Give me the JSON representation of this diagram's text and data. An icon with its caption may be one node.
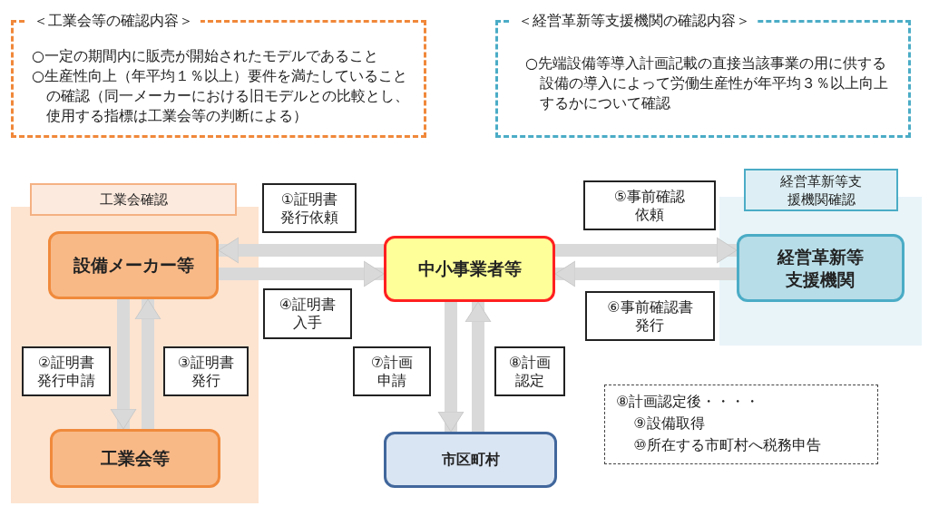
{
  "diagram": {
    "nodes": [
      {
        "text": [
          "＜工業会等の確認内容＞",
          "○一定の期間内に販売が開始されたモデルであること",
          "○生産性向上（年平均１％以上）要件を満たしていることの確認（同一メーカーにおける旧モデルとの比較とし、使用する指標は工業会等の判断による）"
        ]
      },
      {
        "text": [
          "＜経営革新等支援機関の確認内容＞",
          "○先端設備等導入計画記載の直接当該事業の用に供する設備の導入によって労働生産性が年平均３％以上向上するかについて確認"
        ]
      },
      {
        "text": [
          "工業会確認"
        ]
      },
      {
        "text": [
          "設備メーカー等"
        ],
        "in": 2
      },
      {
        "text": [
          "工業会等"
        ],
        "in": 2
      },
      {
        "text": [
          "中小事業者等"
        ]
      },
      {
        "text": [
          "市区町村"
        ]
      },
      {
        "text": [
          "経営革新等支援機関確認"
        ]
      },
      {
        "text": [
          "経営革新等支援機関"
        ],
        "in": 7
      },
      {
        "text": [
          "⑧計画認定後・・・・",
          "⑨設備取得",
          "⑩所在する市町村へ税務申告"
        ]
      }
    ],
    "edges": [
      {
        "from": 5,
        "to": 3,
        "arrow": "to",
        "label": "①証明書発行依頼"
      },
      {
        "from": 3,
        "to": 5,
        "arrow": "to",
        "label": "④証明書入手"
      },
      {
        "from": 3,
        "to": 4,
        "arrow": "to",
        "label": "②証明書発行申請"
      },
      {
        "from": 4,
        "to": 3,
        "arrow": "to",
        "label": "③証明書発行"
      },
      {
        "from": 5,
        "to": 8,
        "arrow": "to",
        "label": "⑤事前確認依頼"
      },
      {
        "from": 8,
        "to": 5,
        "arrow": "to",
        "label": "⑥事前確認書発行"
      },
      {
        "from": 5,
        "to": 6,
        "arrow": "to",
        "label": "⑦計画申請"
      },
      {
        "from": 6,
        "to": 5,
        "arrow": "to",
        "label": "⑧計画認定"
      }
    ]
  }
}
